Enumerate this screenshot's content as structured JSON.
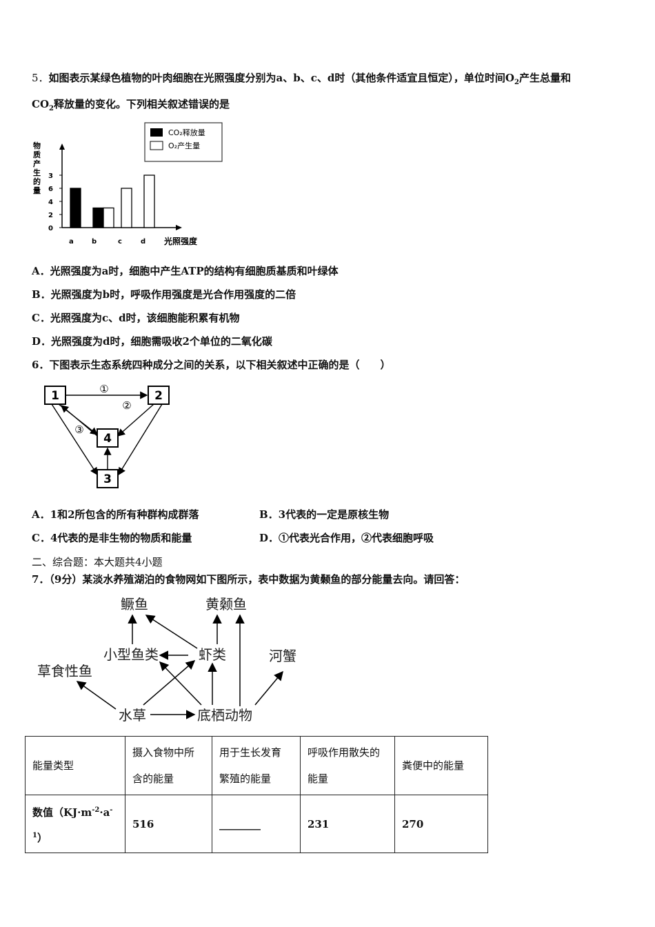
{
  "q5": {
    "num": "5．",
    "stem_a": "如图表示某绿色植物的叶肉细胞在光照强度分别为a、b、c、d时（其他条件适宜且恒定），单位时间",
    "stem_o2": "O",
    "stem_sub2": "2",
    "stem_b": "产生总量和",
    "stem_co": "CO",
    "stem_sub2b": "2",
    "stem_c": "释放量的变化。下列相关叙述错误的是",
    "chart_data": {
      "type": "bar",
      "categories": [
        "a",
        "b",
        "c",
        "d"
      ],
      "series": [
        {
          "name": "CO₂释放量",
          "values": [
            6,
            3,
            0,
            0
          ],
          "color": "#000000"
        },
        {
          "name": "O₂产生量",
          "values": [
            0,
            3,
            6,
            8
          ],
          "color": "#ffffff"
        }
      ],
      "ylabel": "物质产生的量",
      "xlabel": "光照强度",
      "yticks": [
        "0",
        "2",
        "4",
        "6",
        "3"
      ],
      "legend": "top-right"
    },
    "options": {
      "A": "A．光照强度为a时，细胞中产生ATP的结构有细胞质基质和叶绿体",
      "B": "B．光照强度为b时，呼吸作用强度是光合作用强度的二倍",
      "C": "C．光照强度为c、d时，该细胞能积累有机物",
      "D": "D．光照强度为d时，细胞需吸收2个单位的二氧化碳"
    }
  },
  "q6": {
    "stem": "6．下图表示生态系统四种成分之间的关系，以下相关叙述中正确的是（　　）",
    "diagram": {
      "nodes": [
        "1",
        "2",
        "3",
        "4"
      ],
      "arrow_labels": [
        "①",
        "②",
        "③"
      ]
    },
    "options": {
      "A": "A．1和2所包含的所有种群构成群落",
      "B": "B．3代表的一定是原核生物",
      "C": "C．4代表的是非生物的物质和能量",
      "D": "D．①代表光合作用，②代表细胞呼吸"
    }
  },
  "section2": "二、综合题：本大题共4小题",
  "q7": {
    "stem": "7．（9分）某淡水养殖湖泊的食物网如下图所示，表中数据为黄颡鱼的部分能量去向。请回答：",
    "foodweb": {
      "guiyu": "鳜鱼",
      "huangsang": "黄颡鱼",
      "xiaoxing": "小型鱼类",
      "xia": "虾类",
      "hexie": "河蟹",
      "caoshi": "草食性鱼",
      "shuicao": "水草",
      "diqi": "底栖动物"
    },
    "table": {
      "headers": [
        "能量类型",
        "摄入食物中所",
        "含的能量",
        "用于生长发育",
        "繁殖的能量",
        "呼吸作用散失的",
        "能量",
        "粪便中的能量"
      ],
      "row_label_a": "数值（KJ·m",
      "row_label_sup1": "-2",
      "row_label_b": "·a",
      "row_label_sup2": "-",
      "row_label_sup3": "1",
      "row_label_c": "）",
      "values": [
        "516",
        "________",
        "231",
        "270"
      ]
    }
  }
}
